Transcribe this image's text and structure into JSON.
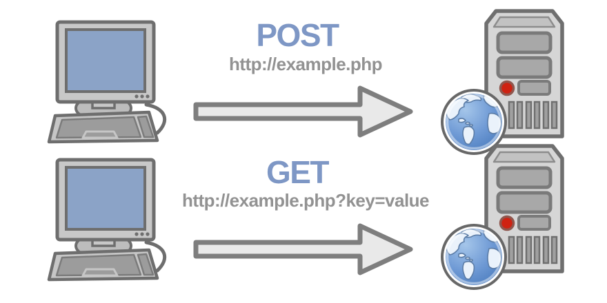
{
  "content": {
    "rows": [
      {
        "name": "post-request",
        "method": "POST",
        "url": "http://example.php"
      },
      {
        "name": "get-request",
        "method": "GET",
        "url": "http://example.php?key=value"
      }
    ]
  },
  "icons": {
    "client": "desktop-computer-icon",
    "request": "right-arrow-icon",
    "server": "server-tower-icon",
    "globe": "globe-icon"
  },
  "palette": {
    "background": "#ffffff",
    "method_text": "#7e97c5",
    "url_text": "#929292",
    "arrow_fill": "#e9e9e9",
    "arrow_stroke": "#7e7e7e",
    "device_body": "#c8c8c8",
    "device_border": "#6e6e6e",
    "screen_blue": "#8ba3c7",
    "key_area_gray": "#9c9c9c",
    "server_body": "#d6d6d6",
    "bay_gray": "#a8a8a8",
    "led_red": "#cf2212",
    "globe_ocean_deep": "#4a7bbd",
    "globe_ocean_light": "#a5c6ea",
    "globe_land": "#eaf2fb"
  }
}
